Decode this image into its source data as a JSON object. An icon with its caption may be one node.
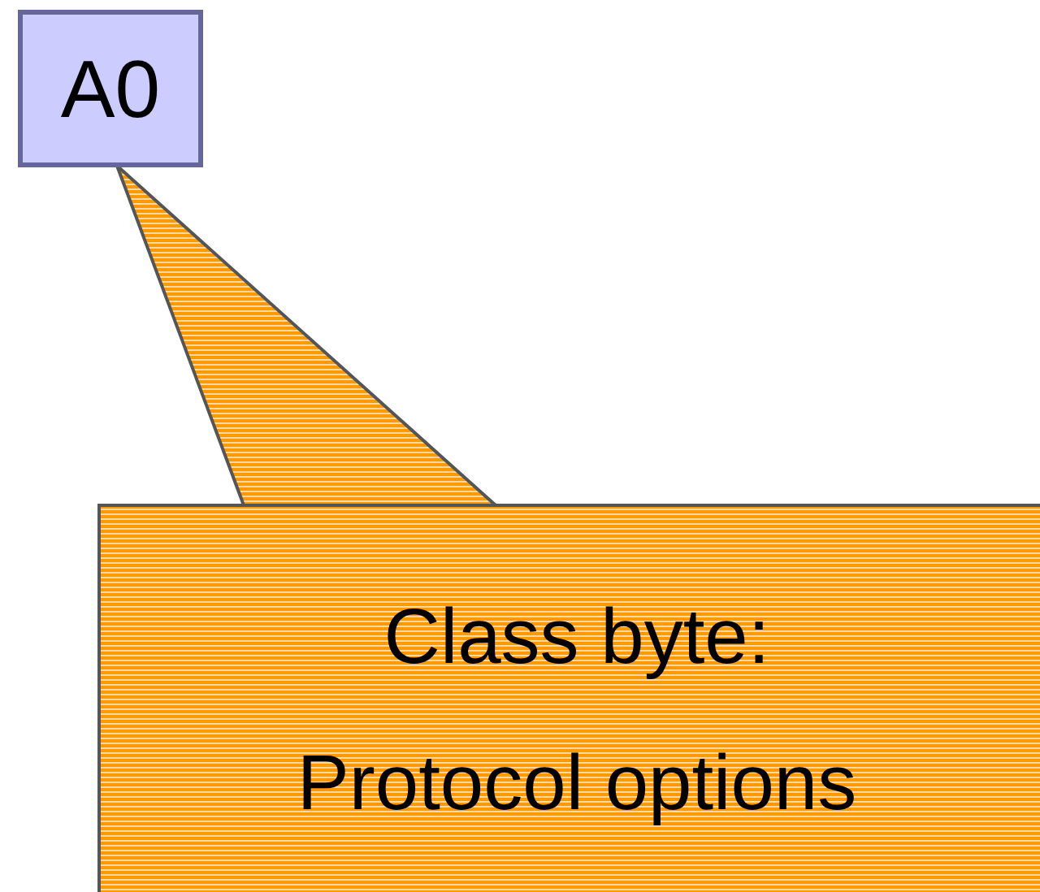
{
  "diagram": {
    "nodes": [
      {
        "text": [
          "A0"
        ]
      },
      {
        "text": [
          "Class byte:",
          "Protocol options"
        ]
      }
    ],
    "edges": [
      {
        "from": 1,
        "to": 0,
        "arrow": "none"
      }
    ]
  }
}
